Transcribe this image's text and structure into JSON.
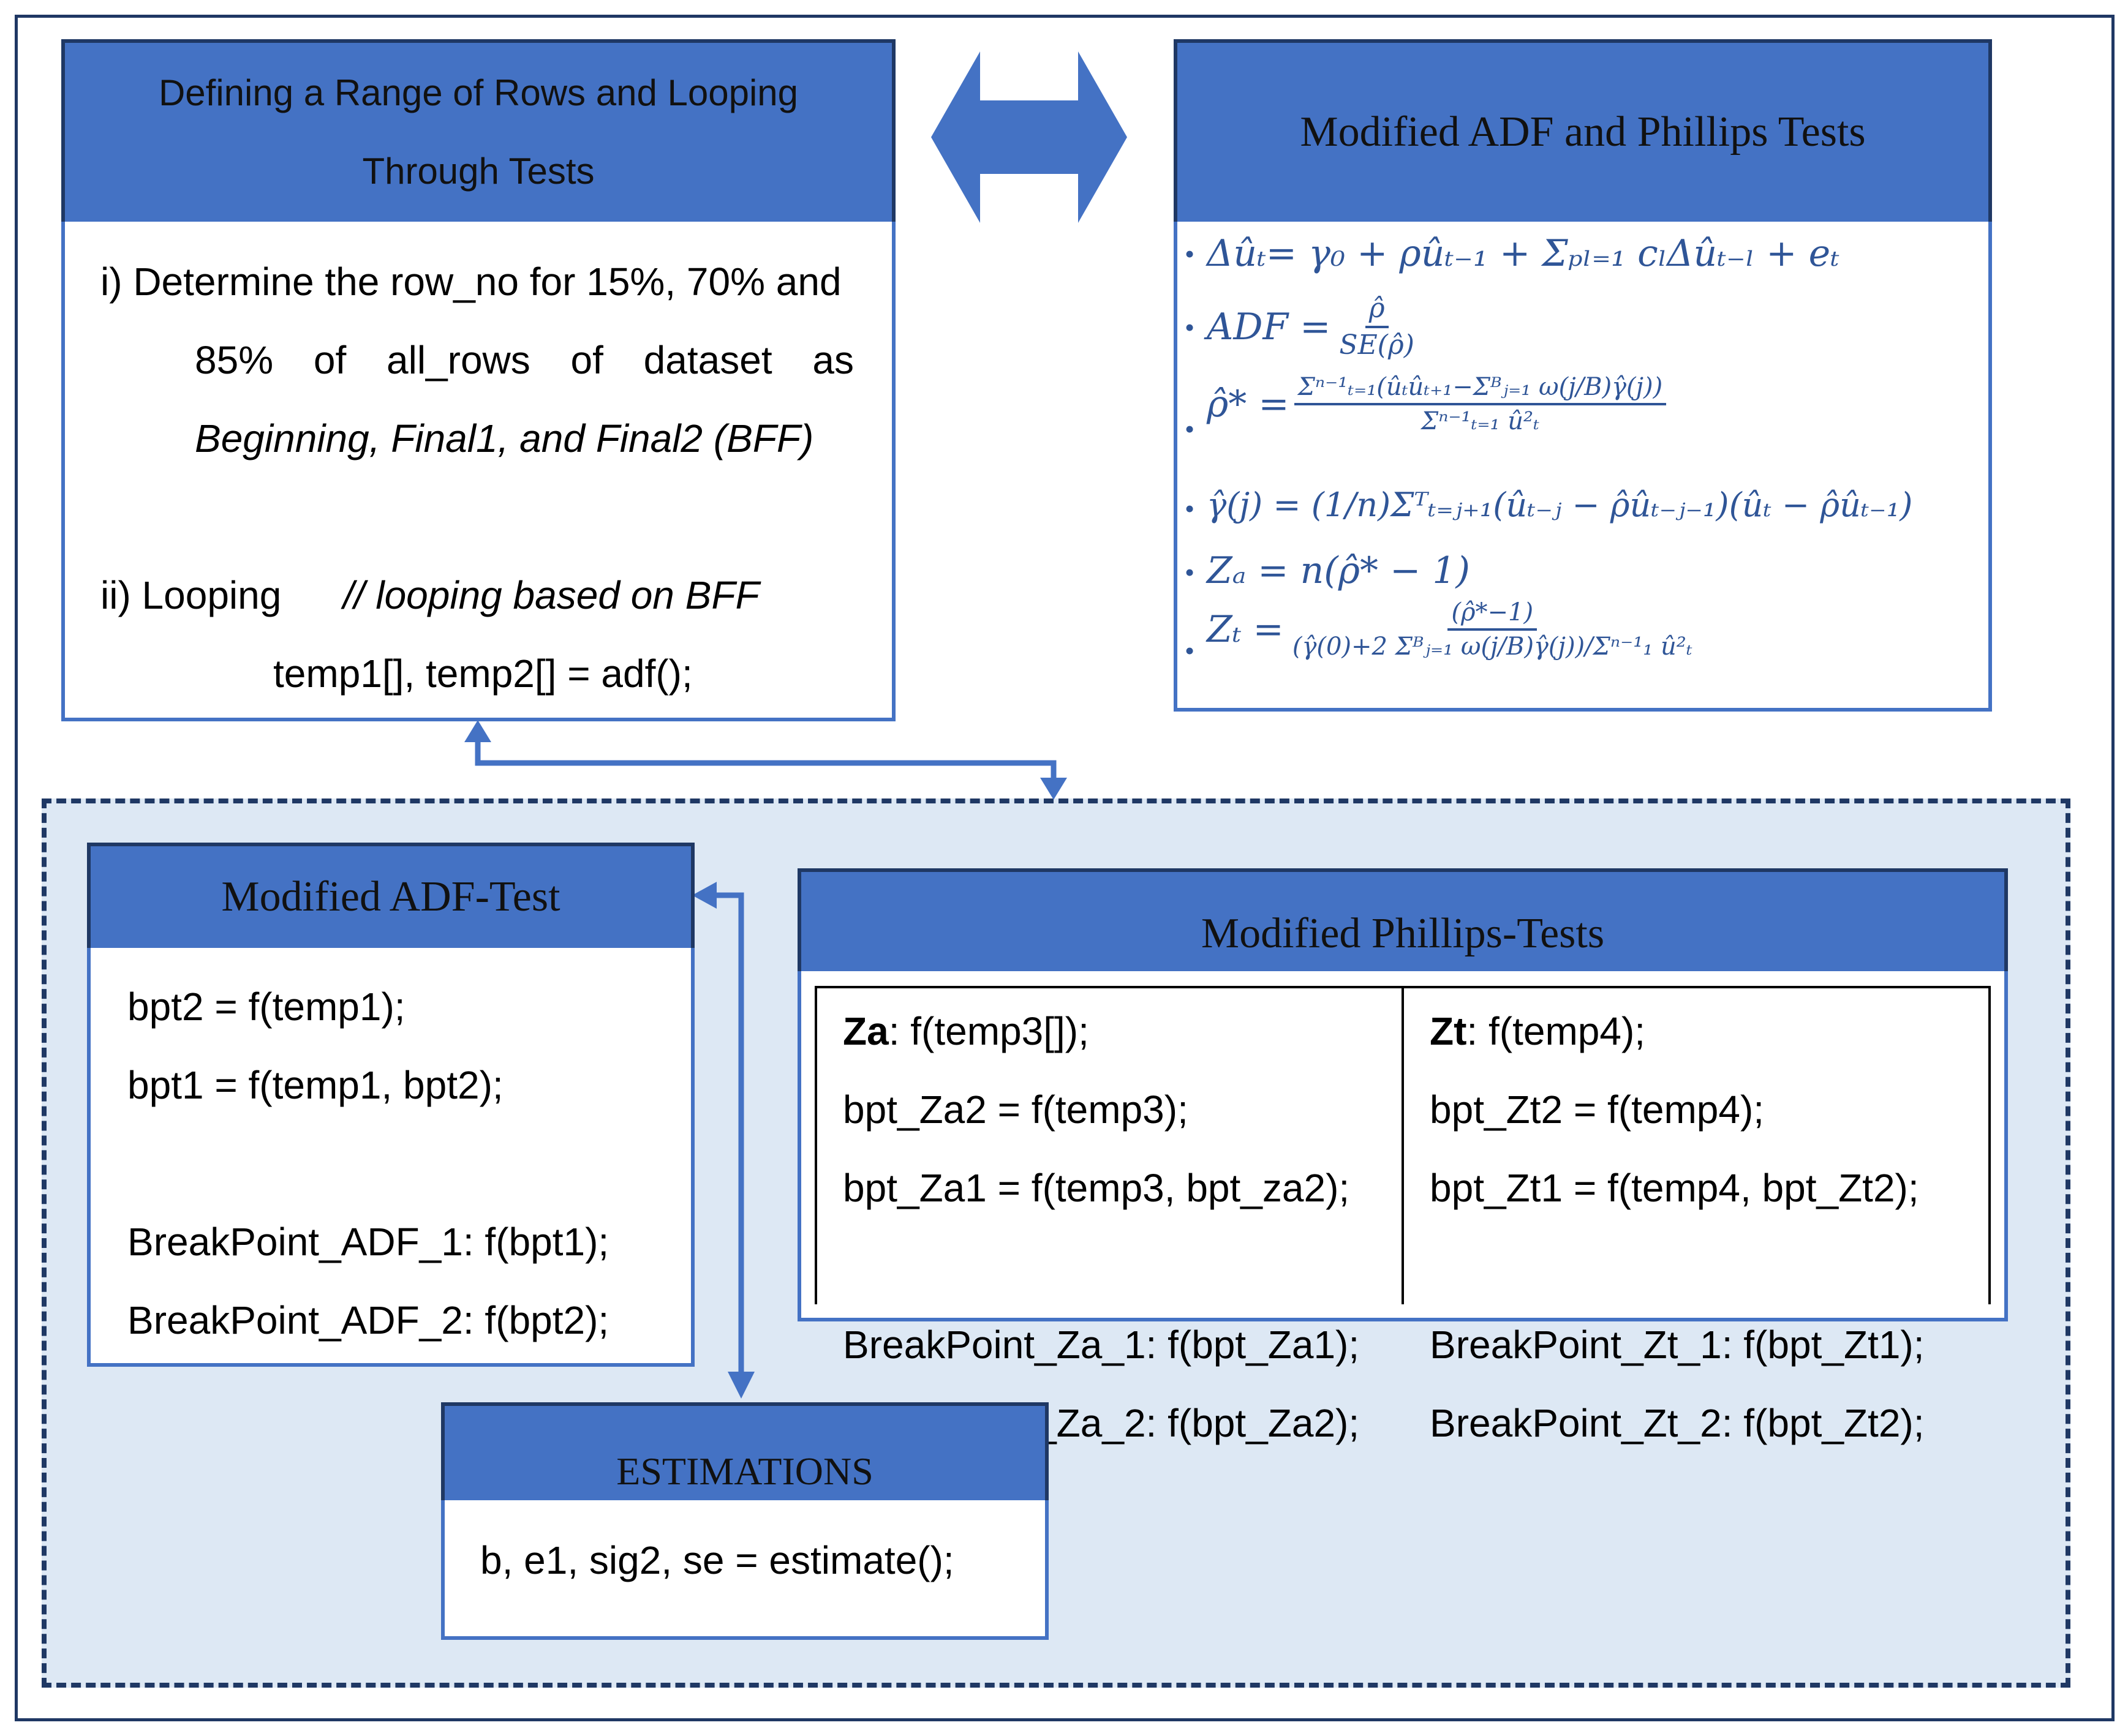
{
  "range_box": {
    "title_line1": "Defining a Range of Rows and Looping",
    "title_line2": "Through Tests",
    "step1_line1": "i) Determine the row_no for 15%, 70% and",
    "step1_words": [
      "85%",
      "of",
      "all_rows",
      "of",
      "dataset",
      "as"
    ],
    "step1_line3": "Beginning, Final1, and Final2 (BFF)",
    "step2_label": "ii) Looping",
    "step2_comment": "// looping based on BFF",
    "step2_code": "temp1[], temp2[] = adf();"
  },
  "tests_box": {
    "title": "Modified ADF and Phillips Tests",
    "bullet": "•",
    "eq1": "Δûₜ= γ₀ + ρûₜ₋₁ + Σₚₗ₌₁ cₗΔûₜ₋ₗ + eₜ",
    "eq2_lhs": "ADF =",
    "eq2_num": "ρ̂",
    "eq2_den": "SE(ρ̂)",
    "eq3_lhs": "ρ̂* =",
    "eq3_num": "Σⁿ⁻¹ₜ₌₁(ûₜûₜ₊₁−Σᴮⱼ₌₁ ω(j/B)γ̂(j))",
    "eq3_den": "Σⁿ⁻¹ₜ₌₁ û²ₜ",
    "eq4": "γ̂(j) = (1/n)Σᵀₜ₌ⱼ₊₁(ûₜ₋ⱼ − ρ̂ûₜ₋ⱼ₋₁)(ûₜ − ρ̂ûₜ₋₁)",
    "eq5": "Zₐ = n(ρ̂* − 1)",
    "eq6_lhs": "Zₜ =",
    "eq6_num": "(ρ̂*−1)",
    "eq6_den": "(γ̂(0)+2 Σᴮⱼ₌₁ ω(j/B)γ̂(j))/Σⁿ⁻¹₁ û²ₜ"
  },
  "adf_box": {
    "title": "Modified ADF-Test",
    "lines": [
      "bpt2 = f(temp1);",
      "bpt1 = f(temp1, bpt2);",
      "BreakPoint_ADF_1: f(bpt1);",
      "BreakPoint_ADF_2: f(bpt2);"
    ]
  },
  "phillips_box": {
    "title": "Modified Phillips-Tests",
    "za_label": "Za",
    "za_first": ": f(temp3[]);",
    "za_lines": [
      "bpt_Za2 = f(temp3);",
      "bpt_Za1 = f(temp3, bpt_za2);"
    ],
    "zt_label": "Zt",
    "zt_first": ": f(temp4);",
    "zt_lines": [
      "bpt_Zt2 = f(temp4);",
      "bpt_Zt1 = f(temp4, bpt_Zt2);"
    ],
    "za_breakpoints": [
      "BreakPoint_Za_1: f(bpt_Za1);",
      "BreakPoint_Za_2: f(bpt_Za2);"
    ],
    "zt_breakpoints": [
      "BreakPoint_Zt_1: f(bpt_Zt1);",
      "BreakPoint_Zt_2: f(bpt_Zt2);"
    ]
  },
  "estimations_box": {
    "title": "ESTIMATIONS",
    "code": "b, e1, sig2, se = estimate();"
  },
  "colors": {
    "header_blue": "#4472c4",
    "dark_navy": "#1f3864",
    "equation_blue": "#2f5597",
    "light_panel": "#dde8f4"
  }
}
